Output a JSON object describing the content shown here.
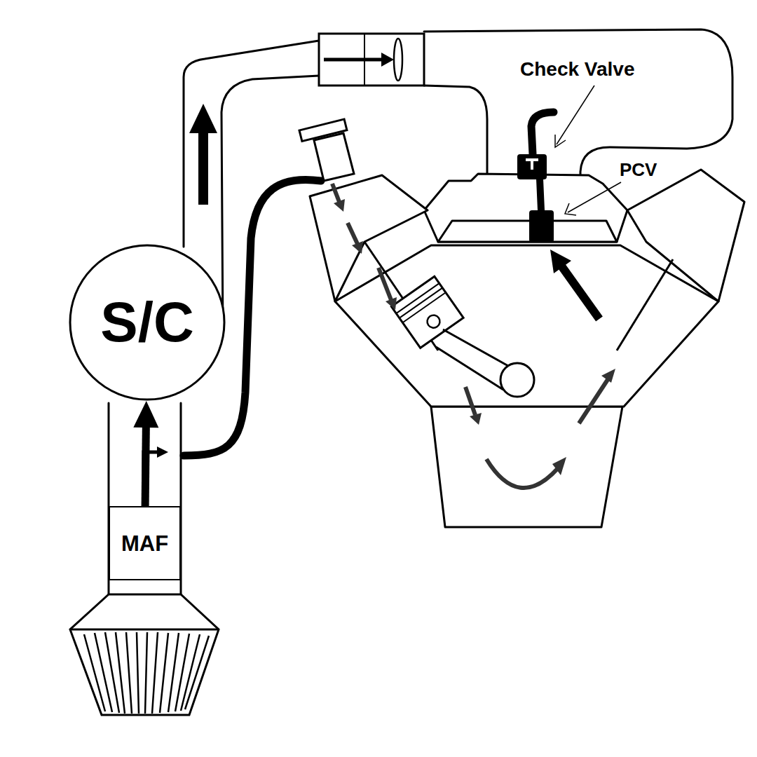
{
  "diagram": {
    "nodes": [
      {
        "text": [
          "S/C"
        ]
      },
      {
        "text": [
          "MAF"
        ]
      }
    ],
    "edges": [
      {
        "from": 1,
        "to": 0,
        "arrow": "to"
      }
    ],
    "labels": [
      "Check Valve",
      "PCV"
    ]
  }
}
